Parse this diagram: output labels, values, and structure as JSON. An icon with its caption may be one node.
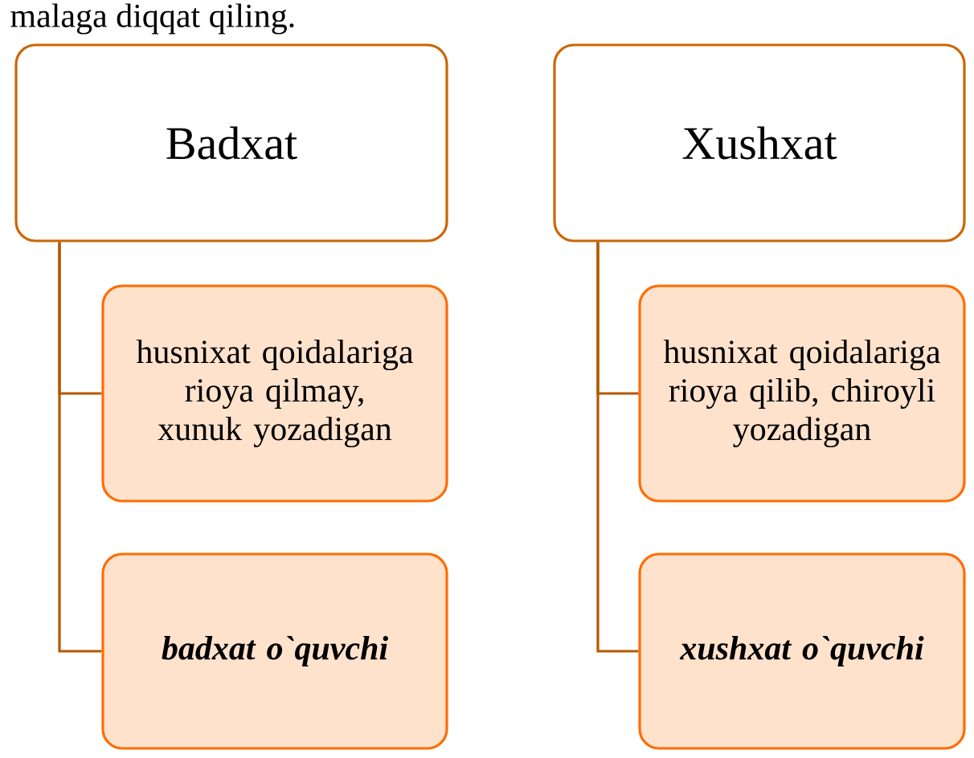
{
  "diagram": {
    "nodes": [
      {
        "text": [
          "Badxat"
        ]
      },
      {
        "text": [
          "husnixat qoidalariga rioya qilmay, xunuk yozadigan"
        ]
      },
      {
        "text": [
          "badxat o`quvchi"
        ]
      },
      {
        "text": [
          "Xushxat"
        ]
      },
      {
        "text": [
          "husnixat qoidalariga rioya qilib, chiroyli yozadigan"
        ]
      },
      {
        "text": [
          "xushxat o`quvchi"
        ]
      }
    ],
    "edges": [
      {
        "from": 0,
        "to": 1,
        "arrow": "none"
      },
      {
        "from": 0,
        "to": 2,
        "arrow": "none"
      },
      {
        "from": 3,
        "to": 4,
        "arrow": "none"
      },
      {
        "from": 3,
        "to": 5,
        "arrow": "none"
      }
    ],
    "labels": [
      "malaga diqqat qiling."
    ]
  }
}
